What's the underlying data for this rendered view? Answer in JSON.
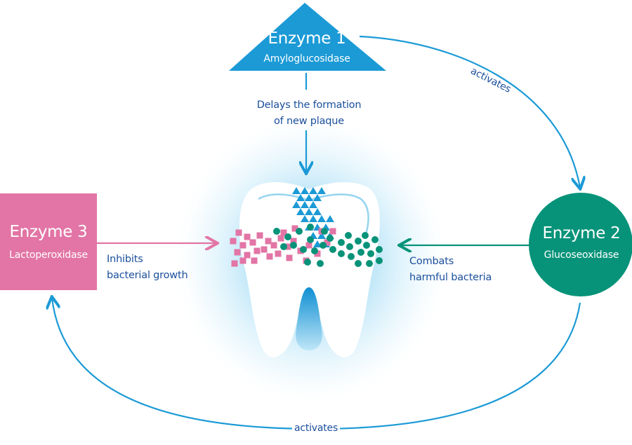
{
  "colors": {
    "enzyme1": "#1b9ad6",
    "enzyme2": "#079379",
    "enzyme3": "#e275a5",
    "arrow_blue": "#1b9ad6",
    "text_dark_blue": "#1b4f9c",
    "glow": "#8fd3f1"
  },
  "enzyme1": {
    "title": "Enzyme 1",
    "subtitle": "Amyloglucosidase",
    "shape": "triangle"
  },
  "enzyme2": {
    "title": "Enzyme 2",
    "subtitle": "Glucoseoxidase",
    "shape": "circle"
  },
  "enzyme3": {
    "title": "Enzyme 3",
    "subtitle": "Lactoperoxidase",
    "shape": "square"
  },
  "effects": {
    "enzyme1_line1": "Delays the formation",
    "enzyme1_line2": "of new plaque",
    "enzyme3_line1": "Inhibits",
    "enzyme3_line2": "bacterial growth",
    "enzyme2_line1": "Combats",
    "enzyme2_line2": "harmful bacteria"
  },
  "cycle": {
    "top_label": "activates",
    "bottom_label": "activates"
  },
  "tooth": {
    "icon": "tooth-icon"
  }
}
